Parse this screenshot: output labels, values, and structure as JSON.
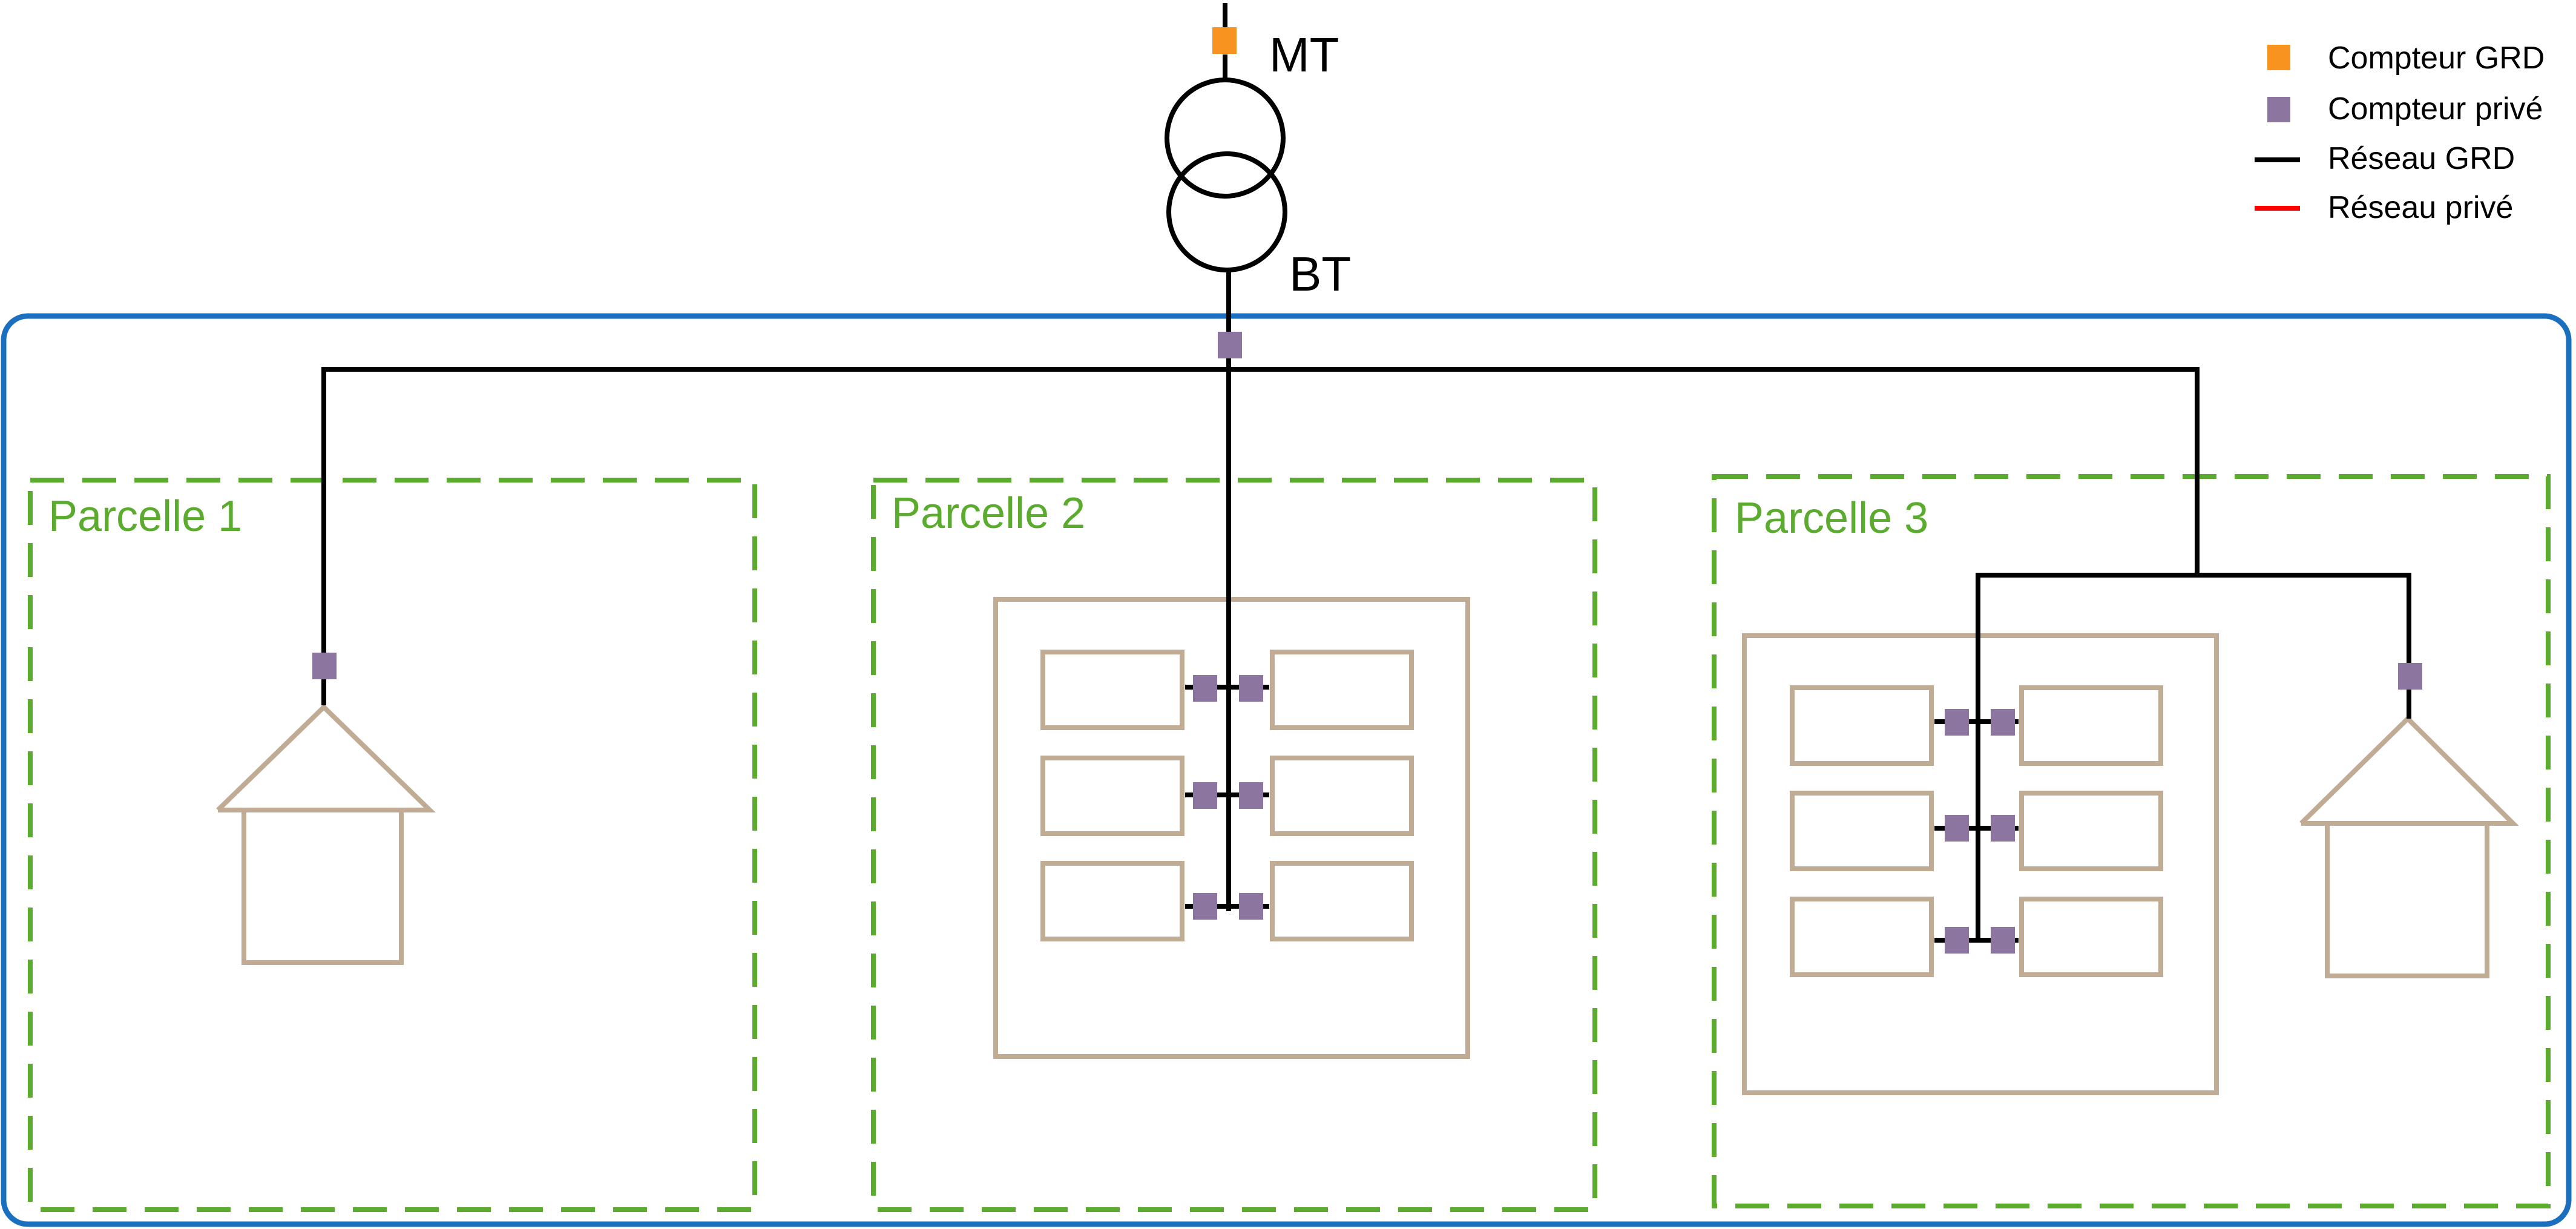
{
  "colors": {
    "grd_network": "#000000",
    "private_network": "#ff0000",
    "grd_meter": "#f7931e",
    "private_meter": "#8c76a0",
    "parcel_border": "#5bab2f",
    "site_border": "#1a6fbf",
    "building": "#c0ab95"
  },
  "transformer": {
    "high_voltage_label": "MT",
    "low_voltage_label": "BT"
  },
  "parcels": [
    {
      "label": "Parcelle 1"
    },
    {
      "label": "Parcelle 2"
    },
    {
      "label": "Parcelle 3"
    }
  ],
  "legend": [
    {
      "label": "Compteur GRD",
      "symbol": "square",
      "color": "#f7931e"
    },
    {
      "label": "Compteur privé",
      "symbol": "square",
      "color": "#8c76a0"
    },
    {
      "label": "Réseau GRD",
      "symbol": "line",
      "color": "#000000"
    },
    {
      "label": "Réseau privé",
      "symbol": "line",
      "color": "#ff0000"
    }
  ]
}
